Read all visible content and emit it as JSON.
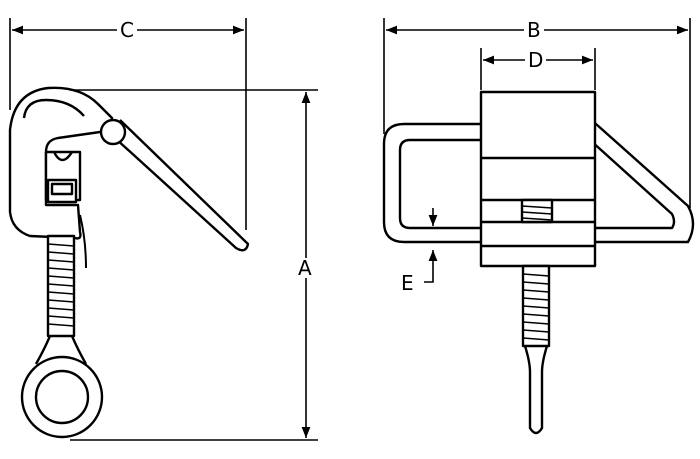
{
  "dimension_labels": {
    "a": "A",
    "b": "B",
    "c": "C",
    "d": "D",
    "e": "E"
  },
  "colors": {
    "ink": "#000000",
    "paper": "#ffffff"
  }
}
